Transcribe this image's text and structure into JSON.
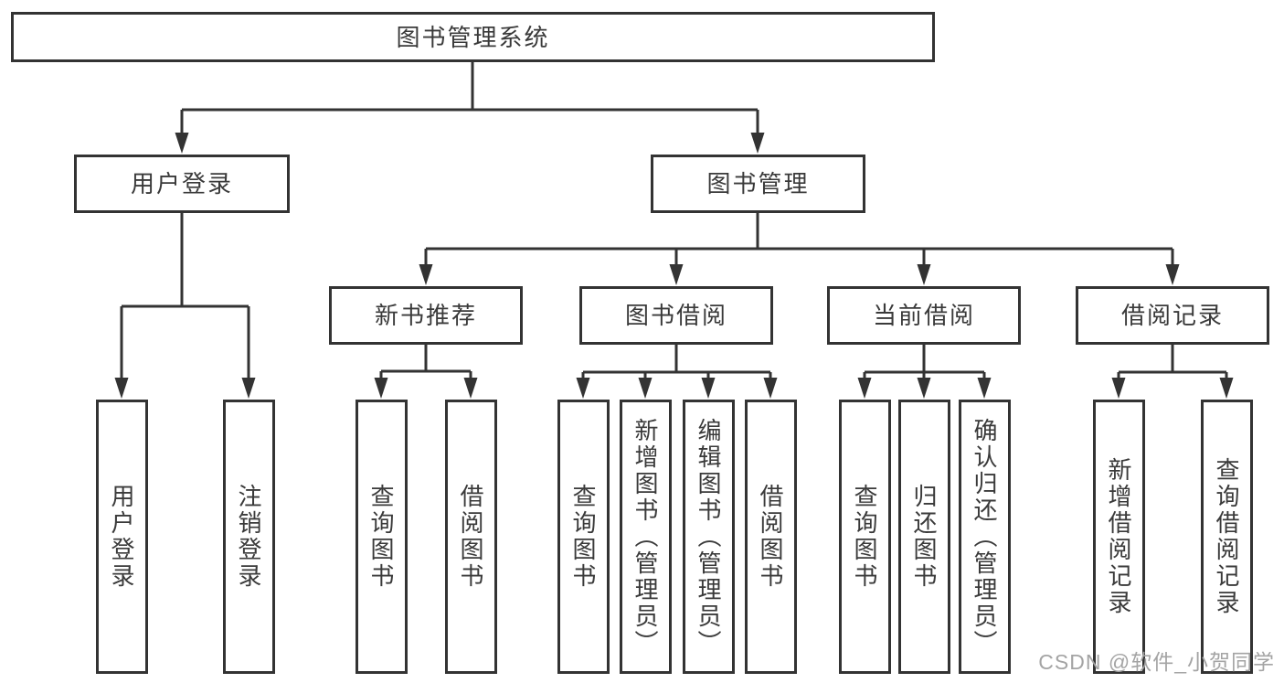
{
  "diagram": {
    "title": "图书管理系统",
    "nodes": {
      "root": {
        "label": "图书管理系统"
      },
      "level2": [
        {
          "label": "用户登录"
        },
        {
          "label": "图书管理"
        }
      ],
      "level3": [
        {
          "label": "新书推荐"
        },
        {
          "label": "图书借阅"
        },
        {
          "label": "当前借阅"
        },
        {
          "label": "借阅记录"
        }
      ],
      "leaves": [
        {
          "label": "用户登录"
        },
        {
          "label": "注销登录"
        },
        {
          "label": "查询图书"
        },
        {
          "label": "借阅图书"
        },
        {
          "label": "查询图书"
        },
        {
          "label": "新增图书（管理员）"
        },
        {
          "label": "编辑图书（管理员）"
        },
        {
          "label": "借阅图书"
        },
        {
          "label": "查询图书"
        },
        {
          "label": "归还图书"
        },
        {
          "label": "确认归还（管理员）"
        },
        {
          "label": "新增借阅记录"
        },
        {
          "label": "查询借阅记录"
        }
      ]
    },
    "colors": {
      "line": "#333333",
      "text": "#3a3a3a",
      "background": "#ffffff",
      "watermark_text_color": "#a4a4a4"
    }
  },
  "watermark": {
    "text": "CSDN @软件_小贺同学"
  }
}
